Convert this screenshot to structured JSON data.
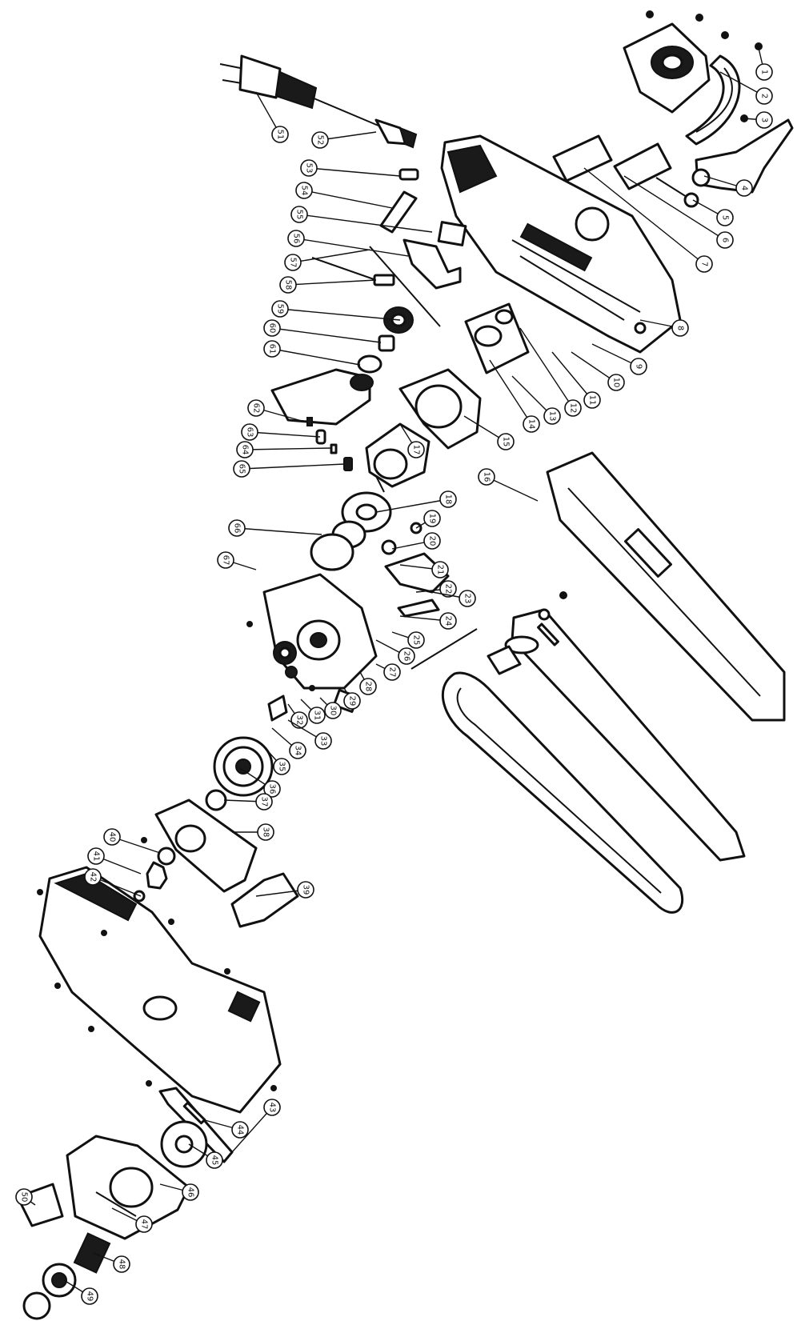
{
  "diagram": {
    "callouts": [
      {
        "id": "c1",
        "label": "1"
      },
      {
        "id": "c2",
        "label": "2"
      },
      {
        "id": "c3",
        "label": "3"
      },
      {
        "id": "c4",
        "label": "4"
      },
      {
        "id": "c5",
        "label": "5"
      },
      {
        "id": "c6",
        "label": "6"
      },
      {
        "id": "c7",
        "label": "7"
      },
      {
        "id": "c8",
        "label": "8"
      },
      {
        "id": "c9",
        "label": "9"
      },
      {
        "id": "c10",
        "label": "10"
      },
      {
        "id": "c11",
        "label": "11"
      },
      {
        "id": "c12",
        "label": "12"
      },
      {
        "id": "c13",
        "label": "13"
      },
      {
        "id": "c14",
        "label": "14"
      },
      {
        "id": "c15",
        "label": "15"
      },
      {
        "id": "c16",
        "label": "16"
      },
      {
        "id": "c17",
        "label": "17"
      },
      {
        "id": "c18",
        "label": "18"
      },
      {
        "id": "c19",
        "label": "19"
      },
      {
        "id": "c20",
        "label": "20"
      },
      {
        "id": "c21",
        "label": "21"
      },
      {
        "id": "c22",
        "label": "22"
      },
      {
        "id": "c23",
        "label": "23"
      },
      {
        "id": "c24",
        "label": "24"
      },
      {
        "id": "c25",
        "label": "25"
      },
      {
        "id": "c26",
        "label": "26"
      },
      {
        "id": "c27",
        "label": "27"
      },
      {
        "id": "c28",
        "label": "28"
      },
      {
        "id": "c29",
        "label": "29"
      },
      {
        "id": "c30",
        "label": "30"
      },
      {
        "id": "c31",
        "label": "31"
      },
      {
        "id": "c32",
        "label": "32"
      },
      {
        "id": "c33",
        "label": "33"
      },
      {
        "id": "c34",
        "label": "34"
      },
      {
        "id": "c35",
        "label": "35"
      },
      {
        "id": "c36",
        "label": "36"
      },
      {
        "id": "c37",
        "label": "37"
      },
      {
        "id": "c38",
        "label": "38"
      },
      {
        "id": "c39",
        "label": "39"
      },
      {
        "id": "c40",
        "label": "40"
      },
      {
        "id": "c41",
        "label": "41"
      },
      {
        "id": "c42",
        "label": "42"
      },
      {
        "id": "c43",
        "label": "43"
      },
      {
        "id": "c44",
        "label": "44"
      },
      {
        "id": "c45",
        "label": "45"
      },
      {
        "id": "c46",
        "label": "46"
      },
      {
        "id": "c47",
        "label": "47"
      },
      {
        "id": "c48",
        "label": "48"
      },
      {
        "id": "c49",
        "label": "49"
      },
      {
        "id": "c50",
        "label": "50"
      },
      {
        "id": "c51",
        "label": "51"
      },
      {
        "id": "c52",
        "label": "52"
      },
      {
        "id": "c53",
        "label": "53"
      },
      {
        "id": "c54",
        "label": "54"
      },
      {
        "id": "c55",
        "label": "55"
      },
      {
        "id": "c56",
        "label": "56"
      },
      {
        "id": "c57",
        "label": "57"
      },
      {
        "id": "c58",
        "label": "58"
      },
      {
        "id": "c59",
        "label": "59"
      },
      {
        "id": "c60",
        "label": "60"
      },
      {
        "id": "c61",
        "label": "61"
      },
      {
        "id": "c62",
        "label": "62"
      },
      {
        "id": "c63",
        "label": "63"
      },
      {
        "id": "c64",
        "label": "64"
      },
      {
        "id": "c65",
        "label": "65"
      },
      {
        "id": "c66",
        "label": "66"
      },
      {
        "id": "c67",
        "label": "67"
      }
    ]
  }
}
